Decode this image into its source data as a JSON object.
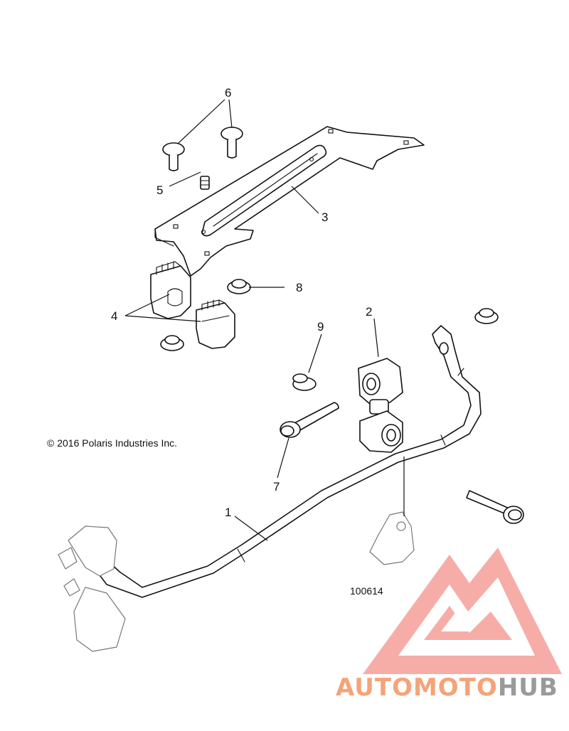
{
  "copyright": "© 2016 Polaris Industries Inc.",
  "figure_id": "100614",
  "callouts": {
    "c1": "1",
    "c2": "2",
    "c3": "3",
    "c4": "4",
    "c5": "5",
    "c6": "6",
    "c7": "7",
    "c8": "8",
    "c9": "9"
  },
  "watermark": {
    "part1": "AUTOMOTO",
    "part2": "HUB",
    "color_primary": "#f5a37a",
    "color_secondary": "#9a9a9a",
    "logo_color": "#f08a84"
  }
}
